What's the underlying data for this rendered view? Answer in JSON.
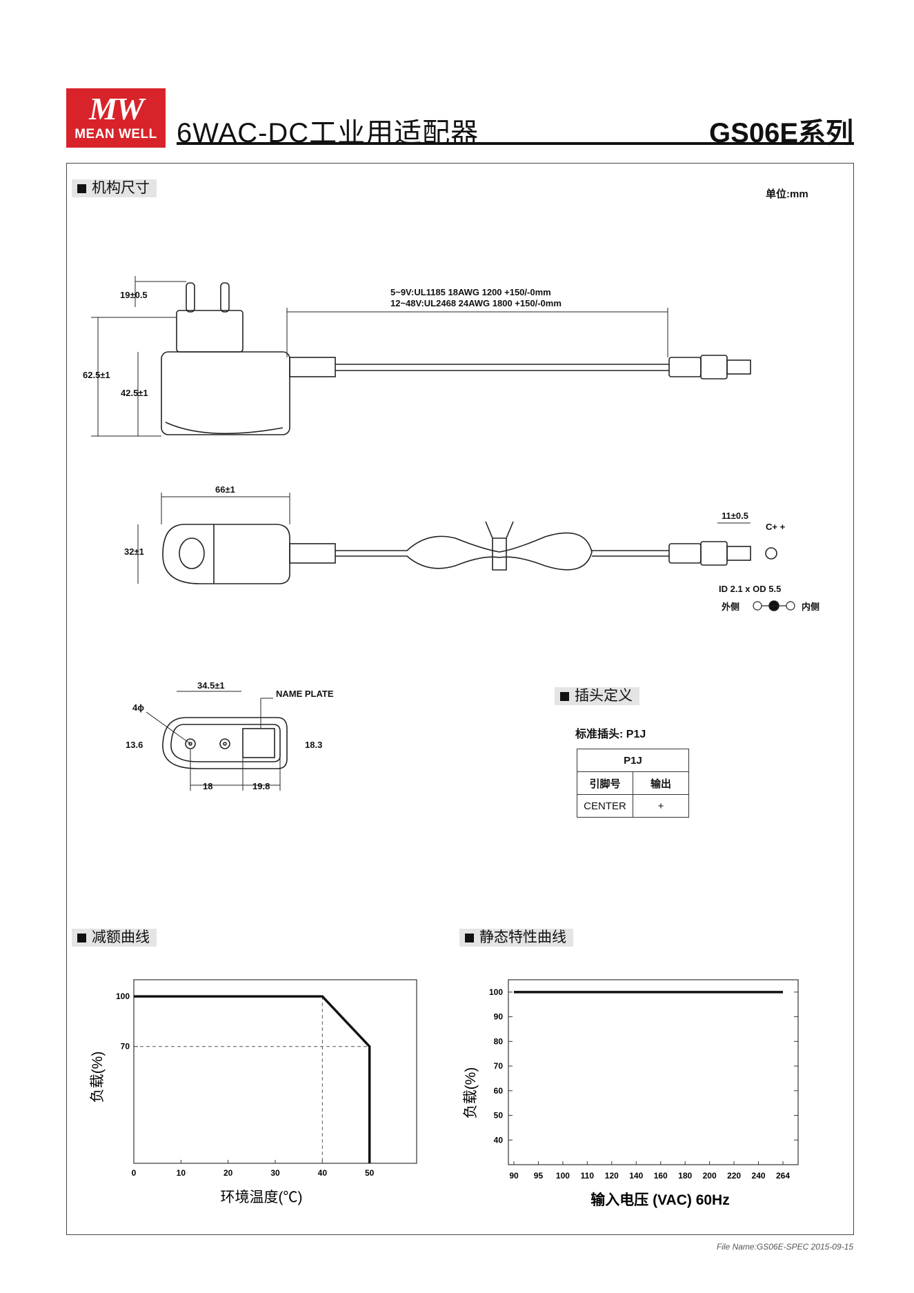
{
  "header": {
    "logo_mark": "MW",
    "logo_name": "MEAN WELL",
    "title": "6WAC-DC工业用适配器",
    "series": "GS06E系列"
  },
  "sections": {
    "mechanical": "机构尺寸",
    "unit": "单位:mm",
    "pin": "插头定义",
    "derating": "减额曲线",
    "static": "静态特性曲线"
  },
  "dimensions": {
    "pin_length": "19±0.5",
    "height_total": "62.5±1",
    "height_body": "42.5±1",
    "cable_line1": "5~9V:UL1185 18AWG 1200 +150/-0mm",
    "cable_line2": "12~48V:UL2468 24AWG 1800 +150/-0mm",
    "width_body": "66±1",
    "depth_body": "32±1",
    "plug_len": "11±0.5",
    "polarity_label": "C+ +",
    "id_od": "ID 2.1 x OD 5.5",
    "outer": "外侧",
    "inner": "内侧",
    "base_width": "34.5±1",
    "name_plate": "NAME PLATE",
    "hole": "4ϕ",
    "base_h1": "13.6",
    "base_h2": "18.3",
    "base_w1": "18",
    "base_w2": "19.8"
  },
  "pin_def": {
    "standard_plug": "标准插头: P1J",
    "table_title": "P1J",
    "col_pin": "引脚号",
    "col_output": "输出",
    "row_pin": "CENTER",
    "row_output": "+"
  },
  "chart_data": [
    {
      "type": "line",
      "title": "",
      "xlabel": "环境温度(℃)",
      "ylabel": "负载(%)",
      "x": [
        0,
        40,
        50,
        50
      ],
      "series": [
        {
          "values": [
            100,
            100,
            70,
            0
          ]
        }
      ],
      "x_ticks": [
        "0",
        "10",
        "20",
        "30",
        "40",
        "50"
      ],
      "y_ticks": [
        "70",
        "100"
      ],
      "xlim": [
        0,
        60
      ],
      "ylim": [
        0,
        110
      ],
      "grid": false,
      "reference_line": {
        "y": 70,
        "style": "dashed"
      }
    },
    {
      "type": "line",
      "title": "",
      "xlabel": "输入电压 (VAC) 60Hz",
      "ylabel": "负载(%)",
      "categories": [
        "90",
        "95",
        "100",
        "110",
        "120",
        "140",
        "160",
        "180",
        "200",
        "220",
        "240",
        "264"
      ],
      "series": [
        {
          "values": [
            100,
            100,
            100,
            100,
            100,
            100,
            100,
            100,
            100,
            100,
            100,
            100
          ]
        }
      ],
      "y_ticks": [
        "40",
        "50",
        "60",
        "70",
        "80",
        "90",
        "100"
      ],
      "ylim": [
        30,
        105
      ],
      "grid": false
    }
  ],
  "footer": {
    "file": "File Name:GS06E-SPEC   2015-09-15"
  }
}
